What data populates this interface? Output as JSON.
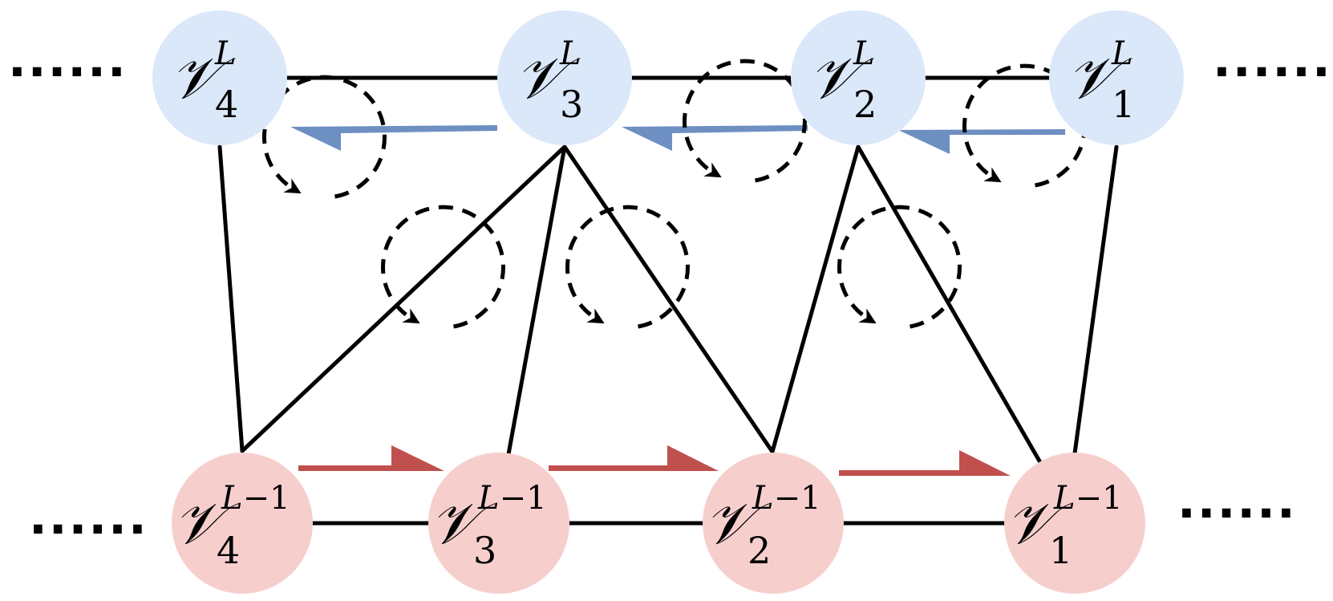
{
  "colors": {
    "upper_node_fill": "#dbe8f9",
    "lower_node_fill": "#f6cfcd",
    "upper_arrow": "#6d8fc2",
    "lower_arrow": "#c0504d",
    "edge": "#000000"
  },
  "ellipsis": "......",
  "upper_layer": {
    "symbol": "𝒱",
    "superscript": "L",
    "nodes": [
      {
        "sub": "4"
      },
      {
        "sub": "3"
      },
      {
        "sub": "2"
      },
      {
        "sub": "1"
      }
    ]
  },
  "lower_layer": {
    "symbol": "𝒱",
    "superscript_var": "L",
    "superscript_rest": "−1",
    "nodes": [
      {
        "sub": "4"
      },
      {
        "sub": "3"
      },
      {
        "sub": "2"
      },
      {
        "sub": "1"
      }
    ]
  },
  "icons": {
    "loop": "dashed-circular-arrow-icon",
    "upper_direction": "leftward-half-arrow-icon",
    "lower_direction": "rightward-half-arrow-icon"
  }
}
